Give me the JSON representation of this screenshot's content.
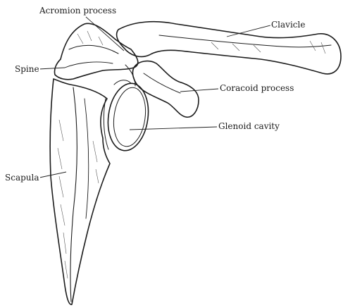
{
  "labels": {
    "acromion": "Acromion process",
    "clavicle": "Clavicle",
    "spine": "Spine",
    "coracoid": "Coracoid process",
    "glenoid": "Glenoid cavity",
    "scapula": "Scapula"
  }
}
